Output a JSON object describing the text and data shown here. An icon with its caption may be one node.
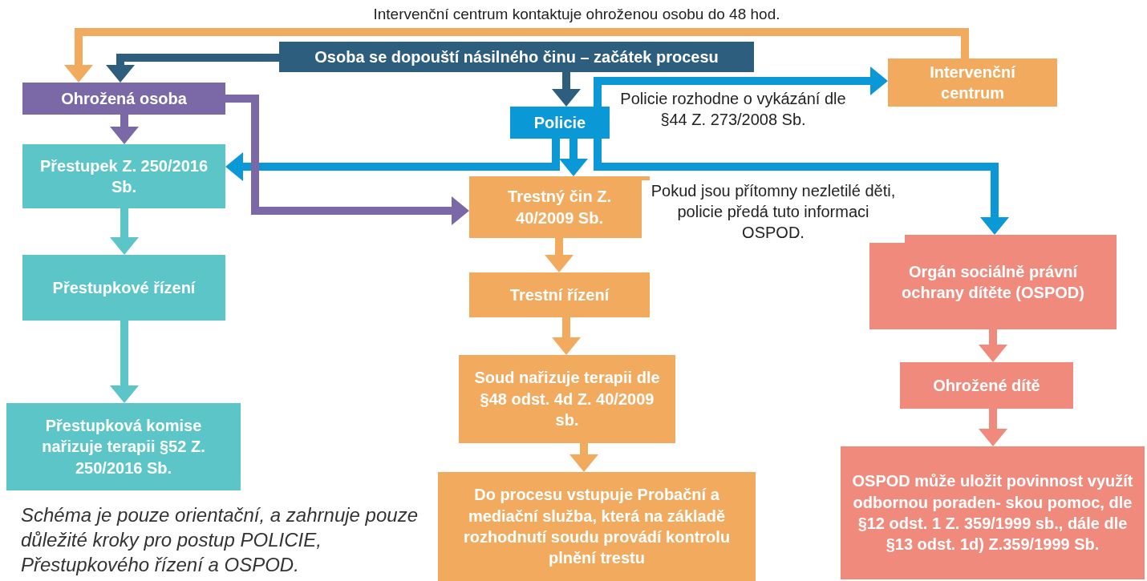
{
  "diagram": {
    "nodes": [
      {
        "text": [
          "Osoba se dopouští násilného činu – začátek procesu"
        ]
      },
      {
        "text": [
          "Ohrožená osoba"
        ]
      },
      {
        "text": [
          "Intervenční centrum"
        ]
      },
      {
        "text": [
          "Policie"
        ]
      },
      {
        "text": [
          "Přestupek Z. 250/2016 Sb."
        ]
      },
      {
        "text": [
          "Trestný čin Z. 40/2009 Sb."
        ]
      },
      {
        "text": [
          "Přestupkové řízení"
        ]
      },
      {
        "text": [
          "Trestní řízení"
        ]
      },
      {
        "text": [
          "Orgán sociálně právní ochrany dítěte (OSPOD)"
        ]
      },
      {
        "text": [
          "Soud nařizuje terapii dle §48 odst. 4d Z. 40/2009 sb."
        ]
      },
      {
        "text": [
          "Ohrožené dítě"
        ]
      },
      {
        "text": [
          "Přestupková komise nařizuje terapii §52 Z. 250/2016 Sb."
        ]
      },
      {
        "text": [
          "Do procesu vstupuje Probační a mediační služba, která na základě rozhodnutí soudu provádí kontrolu plnění trestu"
        ]
      },
      {
        "text": [
          "OSPOD může uložit povinnost využít odbornou poraden- skou pomoc,  dle §12 odst. 1 Z. 359/1999 sb., dále dle §13 odst. 1d) Z.359/1999 Sb."
        ]
      }
    ],
    "edges": [
      {
        "from": 0,
        "to": 1,
        "arrow": "to",
        "color": "#2e5e7e"
      },
      {
        "from": 0,
        "to": 3,
        "arrow": "to",
        "color": "#2e5e7e"
      },
      {
        "from": 2,
        "to": 1,
        "arrow": "to",
        "color": "#f2ab5e",
        "label": "Intervenční centrum kontaktuje ohroženou osobu do 48 hod."
      },
      {
        "from": 3,
        "to": 2,
        "arrow": "to",
        "color": "#0b98d6",
        "label": "Policie rozhodne o vykázání dle §44 Z. 273/2008 Sb."
      },
      {
        "from": 3,
        "to": 4,
        "arrow": "to",
        "color": "#0b98d6"
      },
      {
        "from": 3,
        "to": 5,
        "arrow": "to",
        "color": "#0b98d6"
      },
      {
        "from": 3,
        "to": 8,
        "arrow": "to",
        "color": "#0b98d6",
        "label": "Pokud jsou přítomny nezletilé děti, policie předá tuto informaci OSPOD."
      },
      {
        "from": 1,
        "to": 5,
        "arrow": "to",
        "color": "#7b68a6"
      },
      {
        "from": 1,
        "to": 4,
        "arrow": "to",
        "color": "#7b68a6"
      },
      {
        "from": 4,
        "to": 6,
        "arrow": "to",
        "color": "#5bc5c8"
      },
      {
        "from": 6,
        "to": 11,
        "arrow": "to",
        "color": "#5bc5c8"
      },
      {
        "from": 5,
        "to": 7,
        "arrow": "to",
        "color": "#f2ab5e"
      },
      {
        "from": 7,
        "to": 9,
        "arrow": "to",
        "color": "#f2ab5e"
      },
      {
        "from": 9,
        "to": 12,
        "arrow": "to",
        "color": "#f2ab5e"
      },
      {
        "from": 8,
        "to": 10,
        "arrow": "to",
        "color": "#f08a7d"
      },
      {
        "from": 10,
        "to": 13,
        "arrow": "to",
        "color": "#f08a7d"
      }
    ],
    "labels": [
      "Schéma je pouze orientační, a zahrnuje pouze důležité kroky pro postup POLICIE, Přestupkového řízení a OSPOD."
    ]
  }
}
